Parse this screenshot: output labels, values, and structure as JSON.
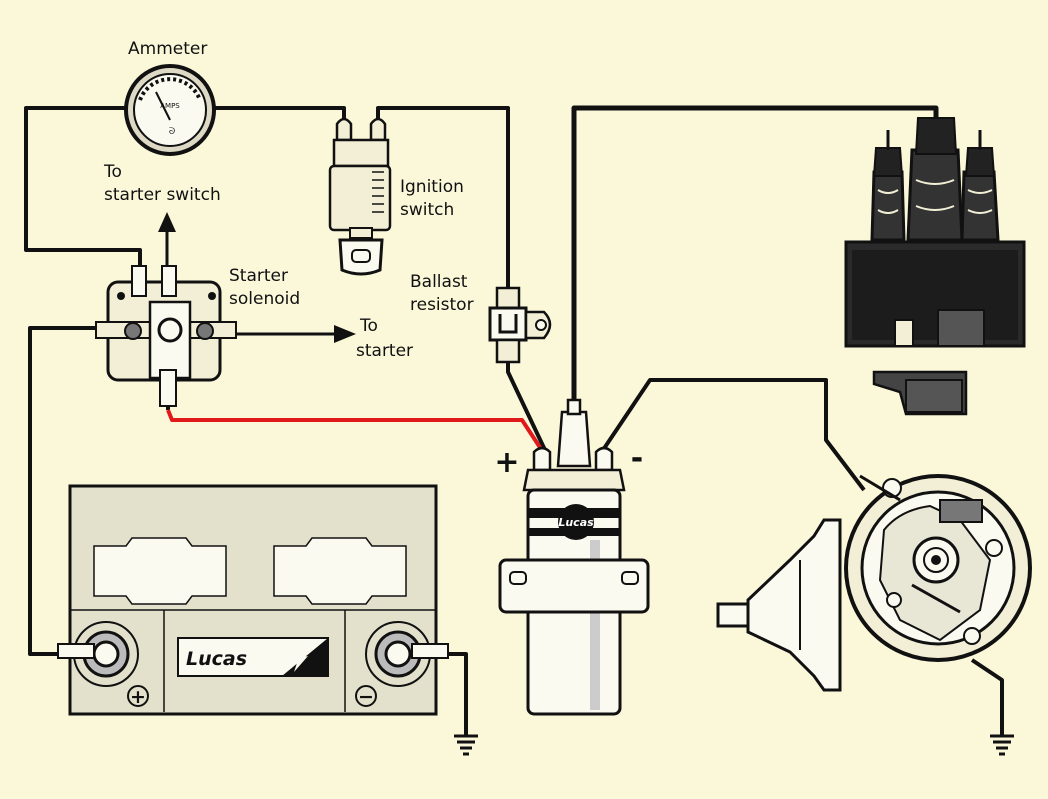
{
  "labels": {
    "ammeter": "Ammeter",
    "ammeter_scale": "AMPS",
    "to_starter_switch_1": "To",
    "to_starter_switch_2": "starter switch",
    "ignition_switch_1": "Ignition",
    "ignition_switch_2": "switch",
    "starter_solenoid_1": "Starter",
    "starter_solenoid_2": "solenoid",
    "to_starter_1": "To",
    "to_starter_2": "starter",
    "ballast_resistor_1": "Ballast",
    "ballast_resistor_2": "resistor",
    "coil_plus": "+",
    "coil_minus": "-",
    "battery_plus": "+",
    "battery_minus": "−",
    "battery_brand": "Lucas",
    "coil_brand": "Lucas"
  },
  "colors": {
    "background": "#fbf8da",
    "wire": "#111111",
    "highlight_wire": "#e01a1a",
    "battery_body": "#e3e1cc",
    "component_light": "#f2efd6"
  },
  "icons": [
    "ground-symbol",
    "ground-symbol",
    "arrow-up",
    "arrow-right"
  ]
}
